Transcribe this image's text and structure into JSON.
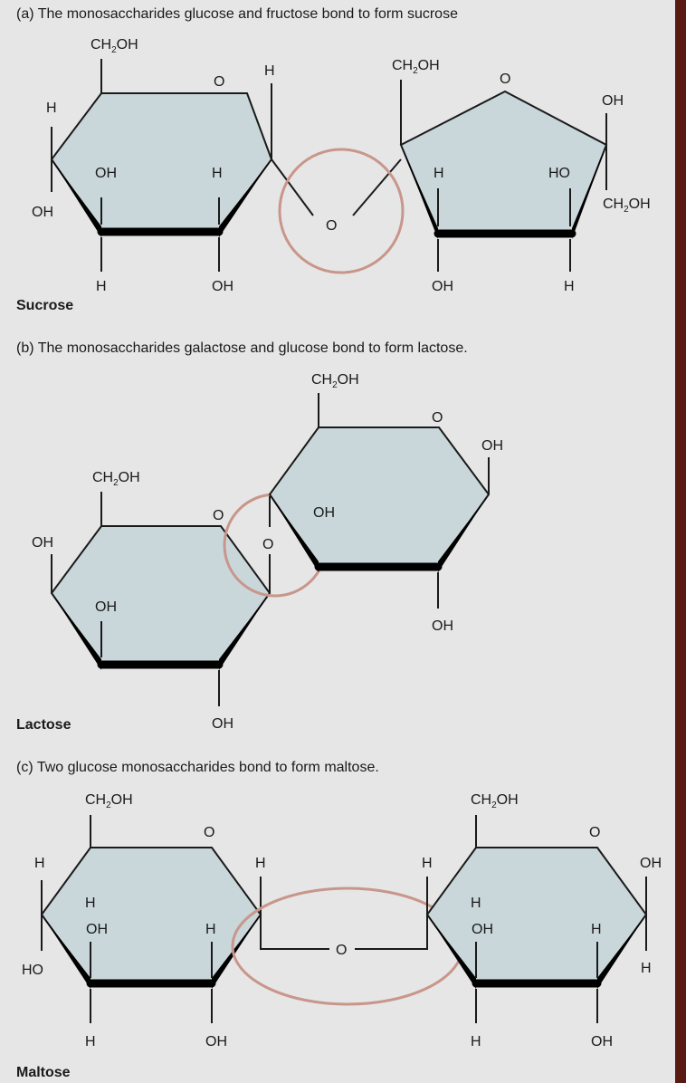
{
  "panels": {
    "a": {
      "caption": "(a) The monosaccharides glucose and fructose bond to form sucrose",
      "name": "Sucrose",
      "glucose": {
        "ch2oh": [
          "CH",
          "2",
          "OH"
        ],
        "ring_o": "O",
        "h_top_right": "H",
        "h_left": "H",
        "oh_left": "OH",
        "oh_inner": "OH",
        "h_inner": "H",
        "h_bottom_left": "H",
        "oh_bottom_right": "OH"
      },
      "bridge_o": "O",
      "fructose": {
        "ch2oh_top": [
          "CH",
          "2",
          "OH"
        ],
        "ring_o": "O",
        "oh_right": "OH",
        "h_inner": "H",
        "ho_inner": "HO",
        "ch2oh_right": [
          "CH",
          "2",
          "OH"
        ],
        "oh_bottom": "OH",
        "h_bottom": "H"
      }
    },
    "b": {
      "caption": "(b) The monosaccharides galactose and glucose bond to form lactose.",
      "name": "Lactose",
      "glucose": {
        "ch2oh": [
          "CH",
          "2",
          "OH"
        ],
        "ring_o": "O",
        "oh_right": "OH",
        "oh_inner": "OH",
        "oh_bottom": "OH"
      },
      "bridge_o": "O",
      "galactose": {
        "ch2oh": [
          "CH",
          "2",
          "OH"
        ],
        "ring_o": "O",
        "oh_left": "OH",
        "oh_inner": "OH",
        "oh_bottom": "OH"
      }
    },
    "c": {
      "caption": "(c) Two glucose monosaccharides bond to form maltose.",
      "name": "Maltose",
      "left": {
        "ch2oh": [
          "CH",
          "2",
          "OH"
        ],
        "ring_o": "O",
        "h_left": "H",
        "ho_left": "HO",
        "h_inner_top": "H",
        "oh_inner": "OH",
        "h_inner_right": "H",
        "h_right_top": "H",
        "h_bottom": "H",
        "oh_bottom": "OH"
      },
      "bridge_o": "O",
      "right": {
        "ch2oh": [
          "CH",
          "2",
          "OH"
        ],
        "ring_o": "O",
        "h_left_top": "H",
        "h_inner_top": "H",
        "oh_inner": "OH",
        "h_inner_right": "H",
        "oh_right": "OH",
        "h_right": "H",
        "h_bottom": "H",
        "oh_bottom": "OH"
      }
    }
  },
  "colors": {
    "ring_fill": "#c9d7da",
    "highlight": "#c8968a",
    "background": "#e6e6e6",
    "border": "#5a1a14"
  }
}
